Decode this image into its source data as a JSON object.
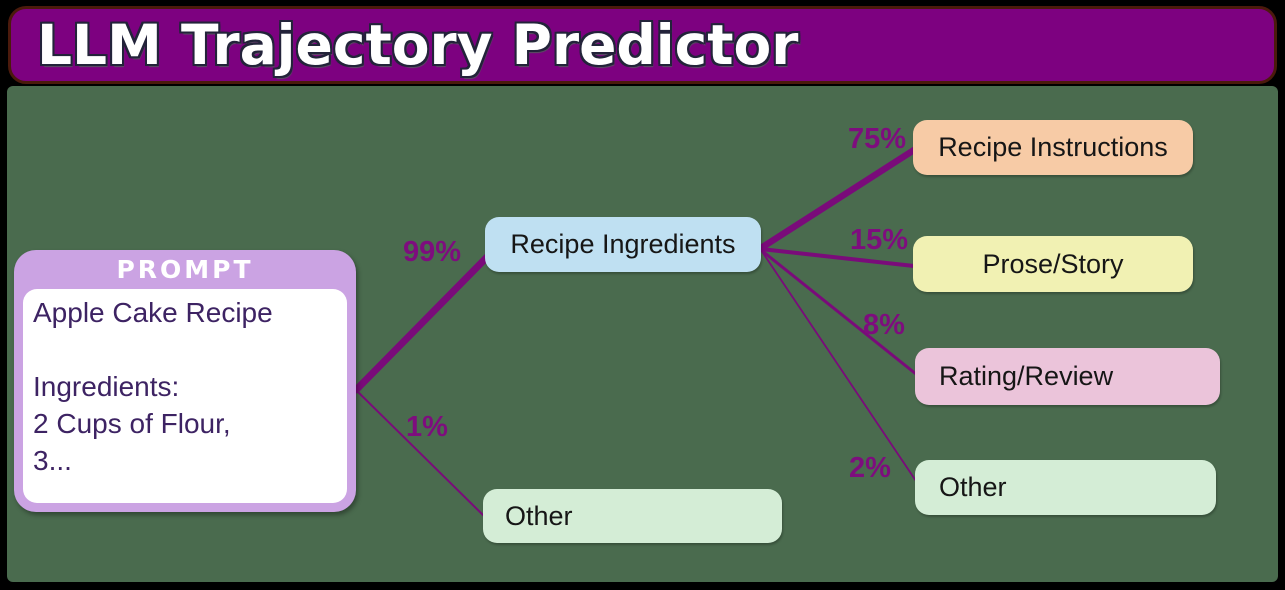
{
  "header": {
    "title": "LLM Trajectory Predictor"
  },
  "colors": {
    "header_bg": "#7D0180",
    "header_border": "#4B1A0C",
    "canvas_bg": "#4A6B4E",
    "edge": "#7A0B7A",
    "probability_label": "#7E0D7E",
    "prompt_card": "#CBA3E3",
    "prompt_text": "#3D2363",
    "node_blue": "#BFE0F2",
    "node_green": "#D4EDD6",
    "node_peach": "#F7CBA6",
    "node_yellow": "#F1F1B3",
    "node_pink": "#EBC4DA"
  },
  "prompt": {
    "header": "PROMPT",
    "lines": [
      "Apple Cake Recipe",
      "",
      "Ingredients:",
      "2 Cups of Flour,",
      "3..."
    ]
  },
  "level1": {
    "recipe_ingredients": {
      "label": "Recipe Ingredients",
      "probability": "99%"
    },
    "other": {
      "label": "Other",
      "probability": "1%"
    }
  },
  "level2": {
    "recipe_instructions": {
      "label": "Recipe Instructions",
      "probability": "75%"
    },
    "prose_story": {
      "label": "Prose/Story",
      "probability": "15%"
    },
    "rating_review": {
      "label": "Rating/Review",
      "probability": "8%"
    },
    "other": {
      "label": "Other",
      "probability": "2%"
    }
  }
}
